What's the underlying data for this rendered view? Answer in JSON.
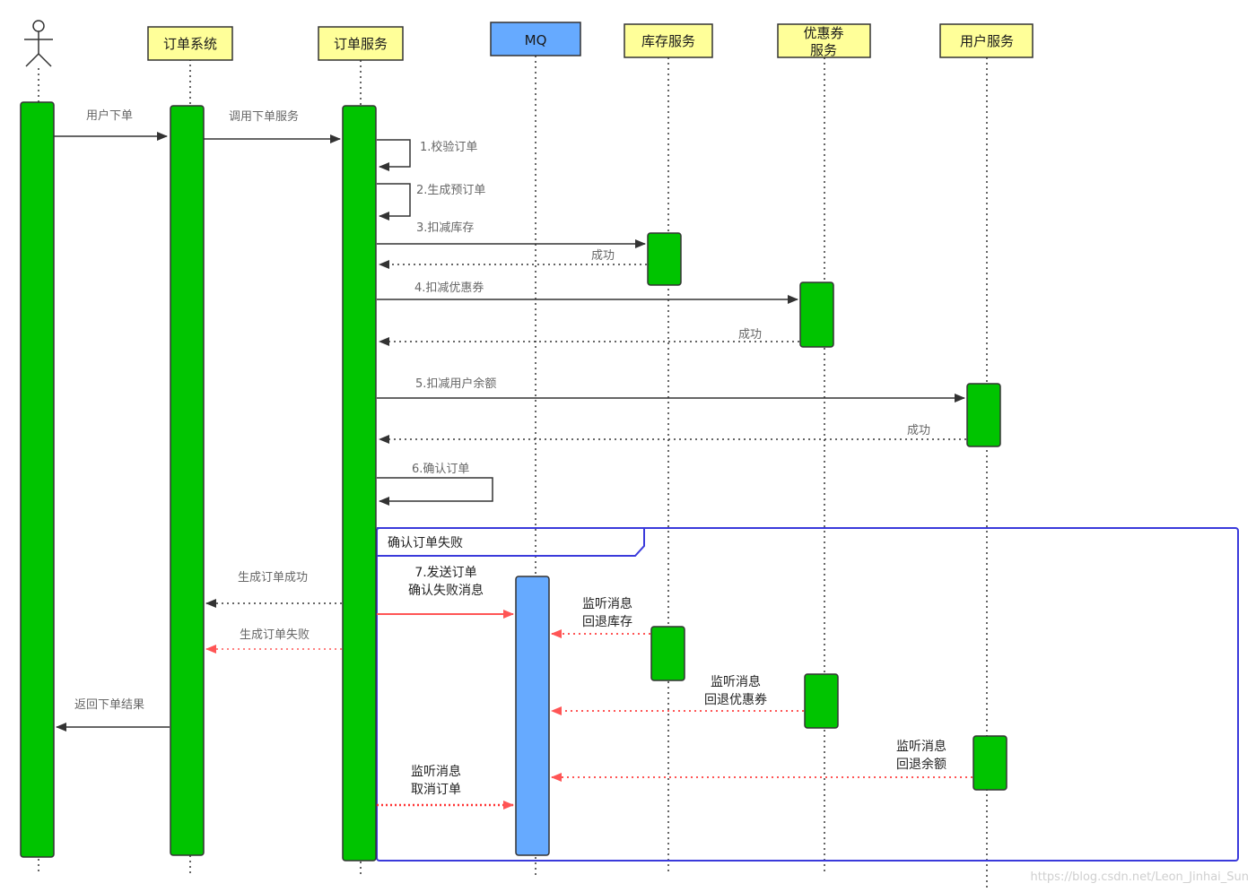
{
  "colors": {
    "header_fill": "#ffff99",
    "activation_green": "#00c400",
    "mq_blue": "#66aaff",
    "frame_border": "#3a3adb",
    "red_arrow": "#ff5555",
    "line_dark": "#333333"
  },
  "participants": {
    "actor": "user",
    "order_system": "订单系统",
    "order_service": "订单服务",
    "mq": "MQ",
    "inventory_service": "库存服务",
    "coupon_service_line1": "优惠券",
    "coupon_service_line2": "服务",
    "user_service": "用户服务"
  },
  "messages": {
    "m_user_order": "用户下单",
    "m_call_order": "调用下单服务",
    "m_1": "1.校验订单",
    "m_2": "2.生成预订单",
    "m_3": "3.扣减库存",
    "m_3_ok": "成功",
    "m_4": "4.扣减优惠券",
    "m_4_ok": "成功",
    "m_5": "5.扣减用户余额",
    "m_5_ok": "成功",
    "m_6": "6.确认订单",
    "m_success": "生成订单成功",
    "m_fail": "生成订单失败",
    "m_return": "返回下单结果"
  },
  "frame": {
    "title": "确认订单失败",
    "m_7_line1": "7.发送订单",
    "m_7_line2": "确认失败消息",
    "inv_line1": "监听消息",
    "inv_line2": "回退库存",
    "coupon_line1": "监听消息",
    "coupon_line2": "回退优惠券",
    "balance_line1": "监听消息",
    "balance_line2": "回退余额",
    "cancel_line1": "监听消息",
    "cancel_line2": "取消订单"
  },
  "watermark": "https://blog.csdn.net/Leon_Jinhai_Sun"
}
